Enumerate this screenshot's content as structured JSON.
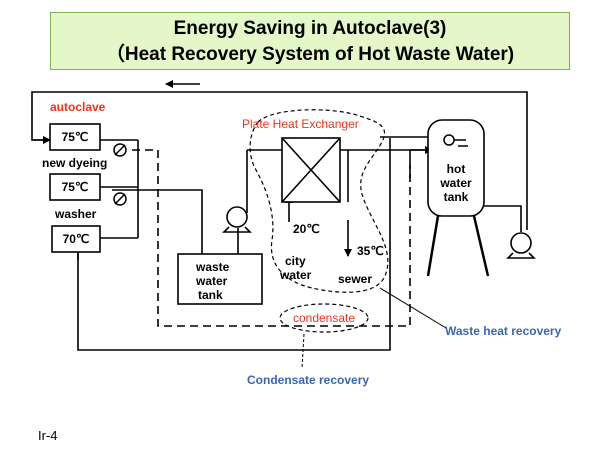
{
  "title": {
    "line1": "Energy Saving in Autoclave(3)",
    "line2": "（Heat Recovery System of Hot Waste Water)"
  },
  "colors": {
    "accent_red": "#e8371c",
    "accent_blue": "#3a66b0",
    "line": "#000000",
    "title_bg": "#e3f7c9"
  },
  "labels": {
    "autoclave": "autoclave",
    "new_dyeing": "new dyeing",
    "washer": "washer",
    "plate_heat_exchanger": "Plate Heat Exchanger",
    "condensate": "condensate",
    "waste_heat_recovery": "Waste heat recovery",
    "condensate_recovery": "Condensate recovery",
    "page_code": "Ir-4"
  },
  "machines": [
    {
      "temp": "75℃"
    },
    {
      "temp": "75℃"
    },
    {
      "temp": "70℃"
    }
  ],
  "waste_tank": {
    "line1": "waste",
    "line2": "water",
    "line3": "tank"
  },
  "hot_tank": {
    "line1": "hot",
    "line2": "water",
    "line3": "tank"
  },
  "heat_exchanger": {
    "city_temp": "20℃",
    "sewer_temp": "35℃",
    "city_line1": "city",
    "city_line2": "water",
    "sewer": "sewer"
  },
  "icons": {
    "flow_arrow": "left-arrow-icon",
    "valve": "valve-icon",
    "pump": "pump-icon"
  }
}
